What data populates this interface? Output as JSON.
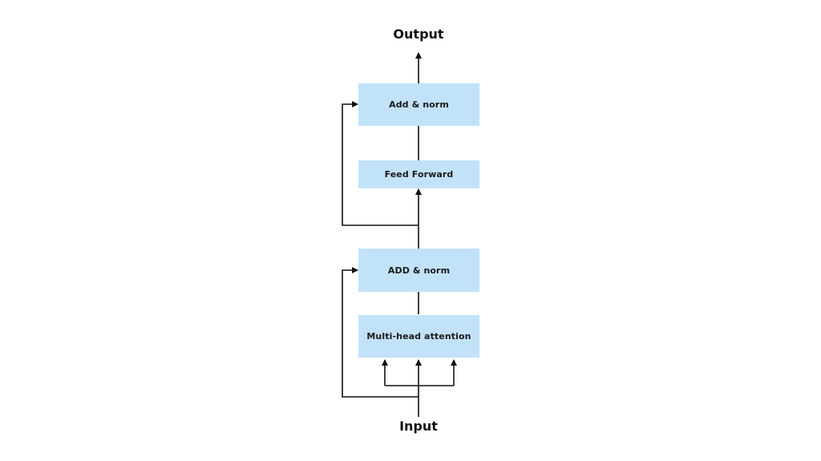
{
  "labels": {
    "output": "Output",
    "input": "Input"
  },
  "blocks": {
    "add_norm_top": "Add & norm",
    "feed_forward": "Feed Forward",
    "add_norm_bottom": "ADD & norm",
    "multi_head_attention": "Multi-head attention"
  },
  "colors": {
    "block_fill": "#c2e2fa",
    "line": "#111111"
  }
}
